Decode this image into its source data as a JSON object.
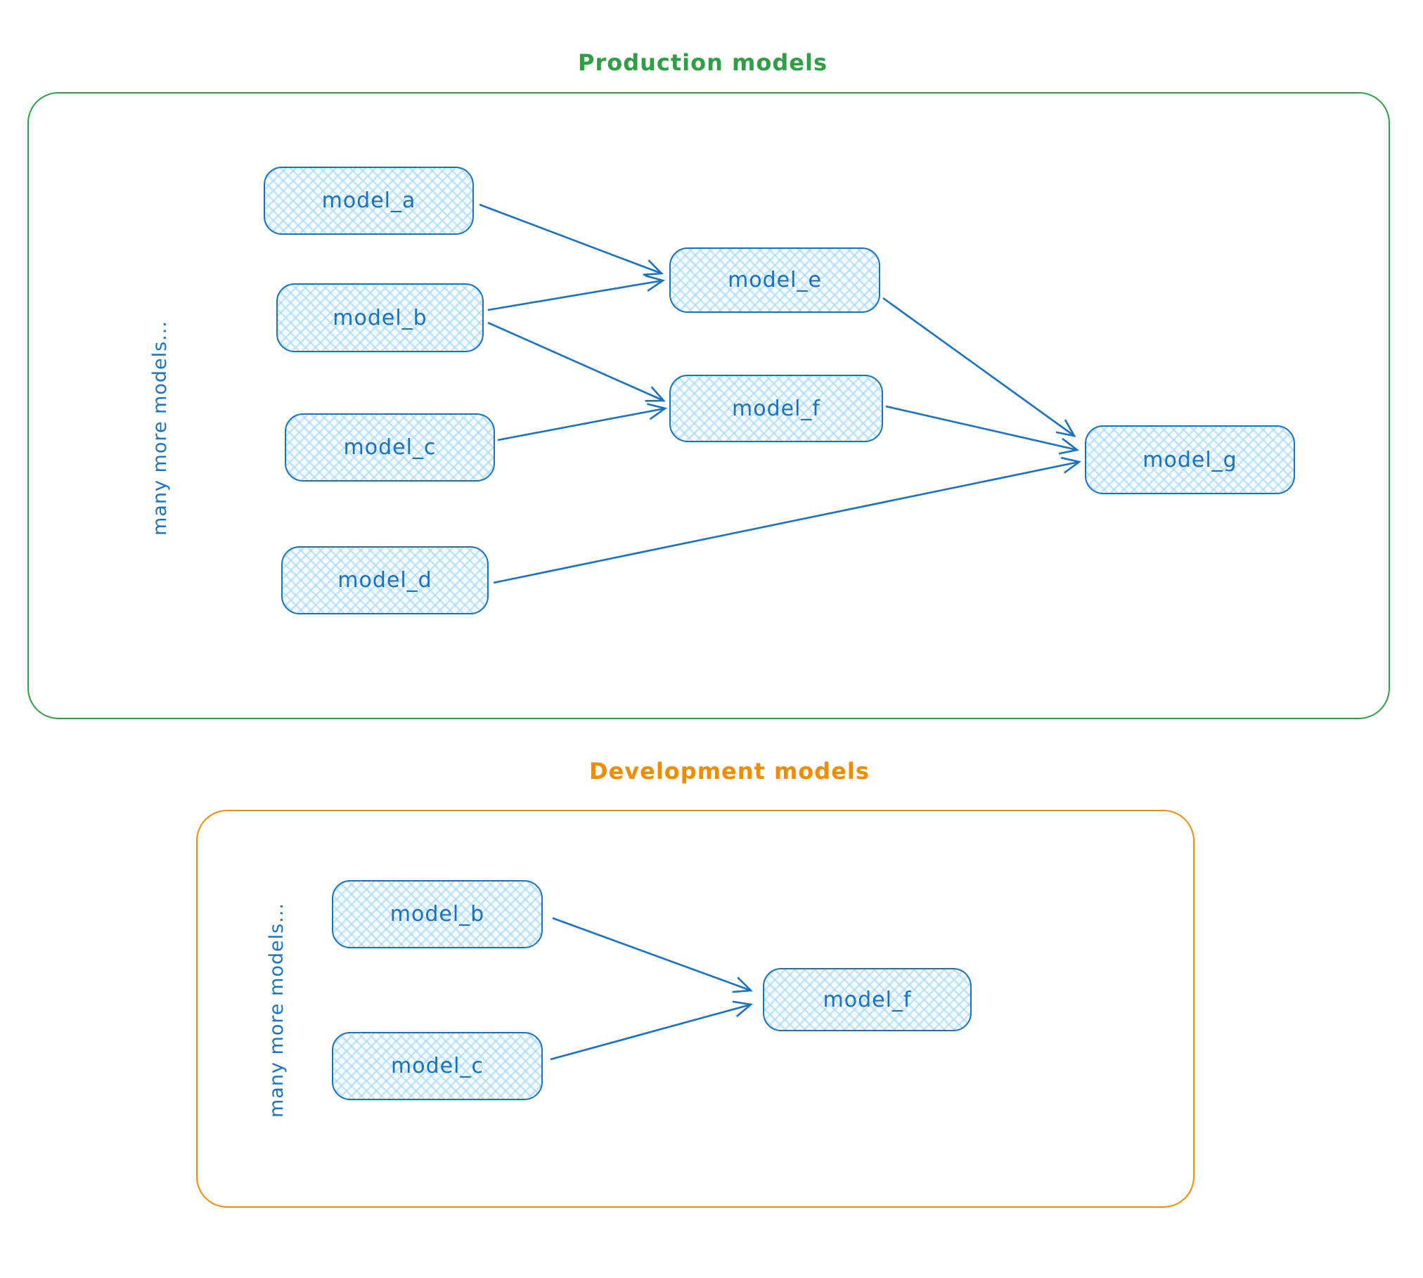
{
  "sections": {
    "production": {
      "title": "Production models",
      "side_label": "many more models...",
      "nodes": [
        {
          "id": "model_a",
          "label": "model_a"
        },
        {
          "id": "model_b",
          "label": "model_b"
        },
        {
          "id": "model_c",
          "label": "model_c"
        },
        {
          "id": "model_d",
          "label": "model_d"
        },
        {
          "id": "model_e",
          "label": "model_e"
        },
        {
          "id": "model_f",
          "label": "model_f"
        },
        {
          "id": "model_g",
          "label": "model_g"
        }
      ],
      "edges": [
        {
          "from": "model_a",
          "to": "model_e"
        },
        {
          "from": "model_b",
          "to": "model_e"
        },
        {
          "from": "model_b",
          "to": "model_f"
        },
        {
          "from": "model_c",
          "to": "model_f"
        },
        {
          "from": "model_e",
          "to": "model_g"
        },
        {
          "from": "model_f",
          "to": "model_g"
        },
        {
          "from": "model_d",
          "to": "model_g"
        }
      ]
    },
    "development": {
      "title": "Development models",
      "side_label": "many more models...",
      "nodes": [
        {
          "id": "model_b",
          "label": "model_b"
        },
        {
          "id": "model_c",
          "label": "model_c"
        },
        {
          "id": "model_f",
          "label": "model_f"
        }
      ],
      "edges": [
        {
          "from": "model_b",
          "to": "model_f"
        },
        {
          "from": "model_c",
          "to": "model_f"
        }
      ]
    }
  },
  "colors": {
    "node_stroke": "#1971c2",
    "node_fill": "#a5d8ff",
    "arrow": "#1971c2",
    "production_border": "#2f9e44",
    "production_title": "#2f9e44",
    "development_border": "#f08c00",
    "development_title": "#f08c00"
  }
}
